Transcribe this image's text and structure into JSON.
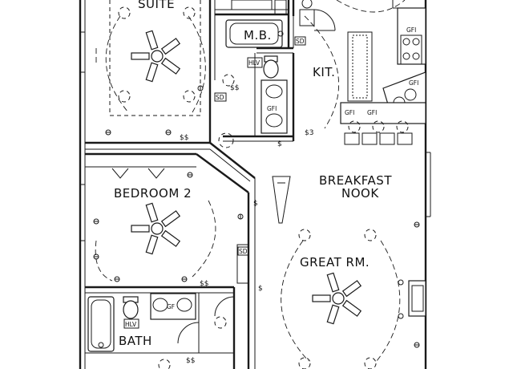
{
  "rooms": {
    "suite": "SUITE",
    "master_bath": "M.B.",
    "kitchen": "KIT.",
    "breakfast_nook_line1": "BREAKFAST",
    "breakfast_nook_line2": "NOOK",
    "bedroom_2": "BEDROOM 2",
    "great_room": "GREAT RM.",
    "bath": "BATH"
  },
  "symbols": {
    "smoke_detector": "SD",
    "gfi_outlet": "GFI",
    "gfi_outlet_short": "GF",
    "hvac_vent": "HLV",
    "switch": "$",
    "double_switch": "$$",
    "three_way_switch": "$3"
  }
}
